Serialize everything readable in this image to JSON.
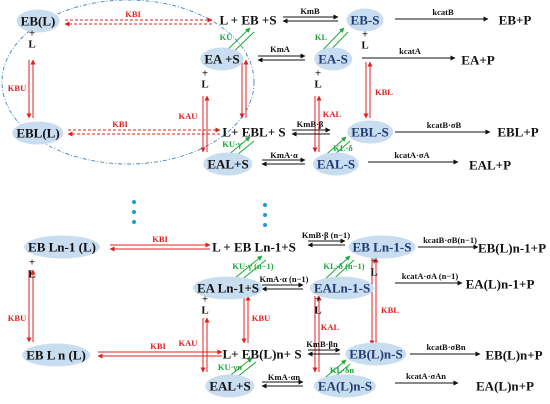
{
  "diagram": {
    "top": {
      "nodes": {
        "EBL": "EB(L)",
        "L_a": "L",
        "plus_a": "+",
        "EBS_pre": "L + EB +S",
        "EBminusS": "EB-S",
        "prodB": "EB+P",
        "plus_b": "+",
        "L_b": "L",
        "EAS": "EA +S",
        "EAminusS": "EA-S",
        "prodA": "EA+P",
        "plus_c": "+",
        "L_c": "L",
        "plus_d": "+",
        "L_d": "L",
        "EBLL": "EBL(L)",
        "EBLS": "L+ EBL+ S",
        "EBLminusS": "EBL-S",
        "prodBL": "EBL+P",
        "EALS": "EAL+S",
        "EALminusS": "EAL-S",
        "prodAL": "EAL+P"
      },
      "labels": {
        "KBI_top": "KBI",
        "kmB": "KmB",
        "kcatB": "kcatB",
        "KU": "KU",
        "KL": "KL",
        "KmA": "KmA",
        "kcatA": "kcatA",
        "KBU": "KBU",
        "KBI_mid": "KBI",
        "KAU": "KAU",
        "KAL": "KAL",
        "KBL": "KBL",
        "KUgamma": "KU·γ",
        "KmBbeta": "KmB·β",
        "KLdelta": "KL·δ",
        "kcatBsigma": "kcatB·σB",
        "KmAalpha": "KmA·α",
        "kcatAsigma": "kcatA·σA"
      }
    },
    "bottom": {
      "nodes": {
        "EBLn1": "EB Ln-1 (L)",
        "plus_a": "+",
        "L_a": "L",
        "EBLn1S": "L + EB Ln-1+S",
        "EBLn1minusS": "EB Ln-1-S",
        "prodB": "EB(L)n-1+P",
        "EALn1S": "EA Ln-1+S",
        "EALn1minusS": "EALn-1-S",
        "prodA": "EA(L)n-1+P",
        "plus_b": "+",
        "L_b": "L",
        "plus_c": "+",
        "L_c": "L",
        "plus_d": "+",
        "L_d": "L",
        "EBLnL": "EB L n (L)",
        "EBLnS": "L+ EB(L)n+ S",
        "EBLnminusS": "EB(L)n-S",
        "prodBn": "EB(L)n+P",
        "EALS": "EAL+S",
        "EALnminusS": "EA(L)n-S",
        "prodAn": "EA(L)n+P"
      },
      "labels": {
        "KBI_top": "KBI",
        "KmBbeta": "KmB·β (n−1)",
        "kcatBsigma": "kcatB·σB(n−1)",
        "KUgamma": "KU·γ (n−1)",
        "KLdelta": "KL·δ (n−1)",
        "KmAalpha": "KmA·α (n−1)",
        "kcatAsigma": "kcatA·σA (n−1)",
        "KBU": "KBU",
        "KBU_inner": "KBU",
        "KAL_inner": "KAL",
        "KBL": "KBL",
        "KBI_mid": "KBI",
        "KAU": "KAU",
        "KUgamma_n": "KU·γn",
        "KmBbeta_n": "KmB·βn",
        "KLdelta_n": "KL·δn",
        "kcatBsigma_n": "kcatB·σBn",
        "KmAalpha_n": "KmA·αn",
        "kcatAsigma_n": "kcatA·σAn"
      }
    }
  }
}
